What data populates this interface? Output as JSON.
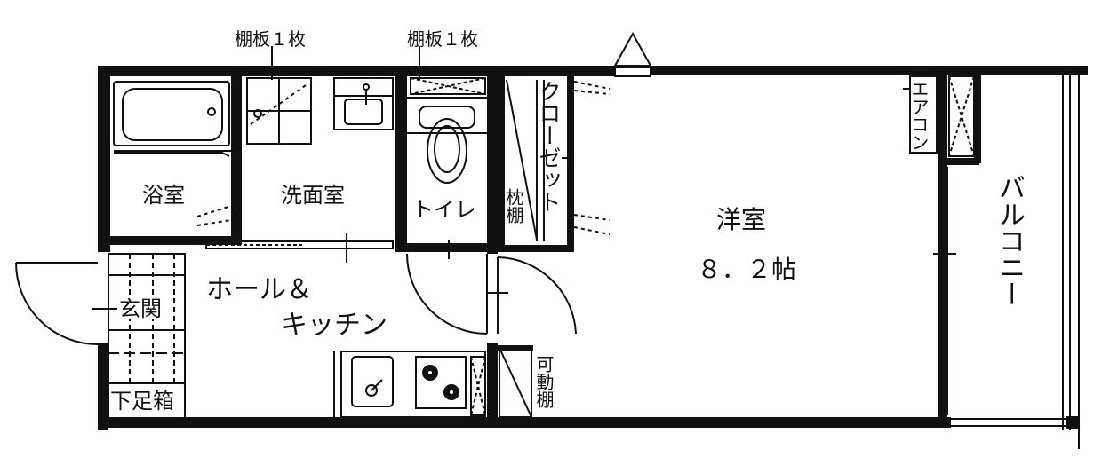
{
  "labels": {
    "shelf_left": "棚板１枚",
    "shelf_right": "棚板１枚",
    "bathroom": "浴室",
    "washroom": "洗面室",
    "toilet": "トイレ",
    "pillow_shelf": "枕棚",
    "closet": "クローゼット",
    "aircon": "エアコン",
    "western_room": "洋室",
    "room_size": "８．２帖",
    "balcony": "バルコニー",
    "hall_kitchen_line1": "ホール＆",
    "hall_kitchen_line2": "キッチン",
    "entrance": "玄関",
    "shoe_box": "下足箱",
    "movable_shelf": "可動棚"
  },
  "colors": {
    "wall": "#111111",
    "fixture": "#222222",
    "background": "#ffffff"
  }
}
